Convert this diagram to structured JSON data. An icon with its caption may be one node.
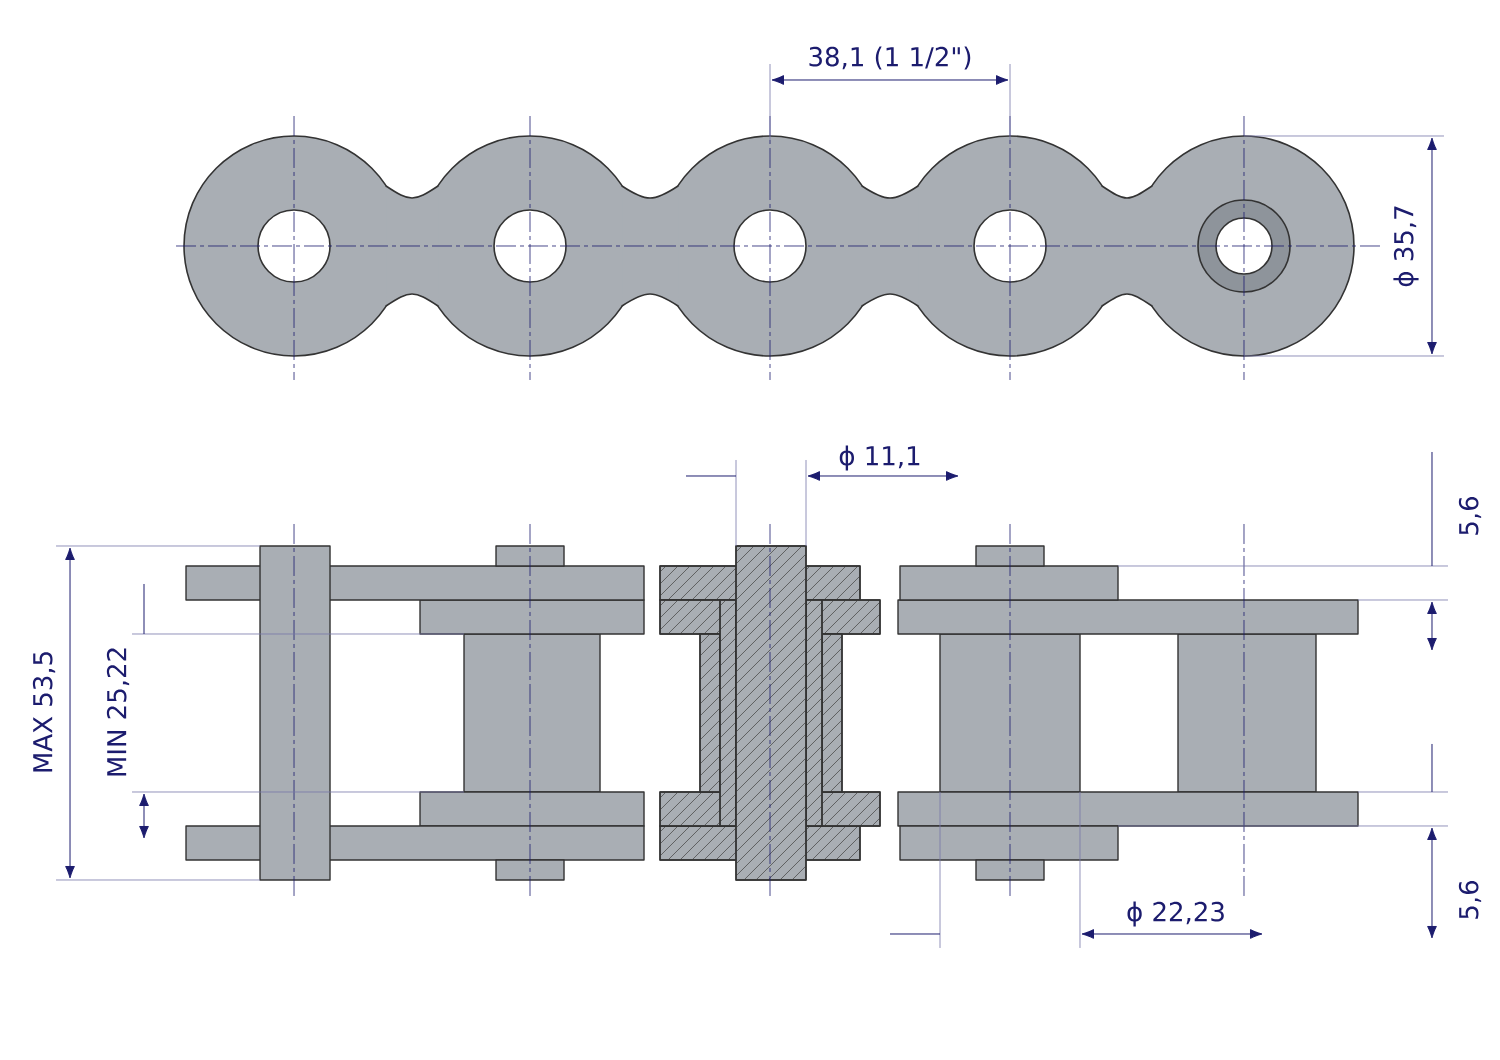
{
  "diagram": {
    "labels": [
      "38,1 (1 1/2\")",
      "ϕ 35,7",
      "ϕ 11,1",
      "5,6",
      "MAX 53,5",
      "MIN 25,22",
      "ϕ 22,23",
      "5,6"
    ]
  }
}
